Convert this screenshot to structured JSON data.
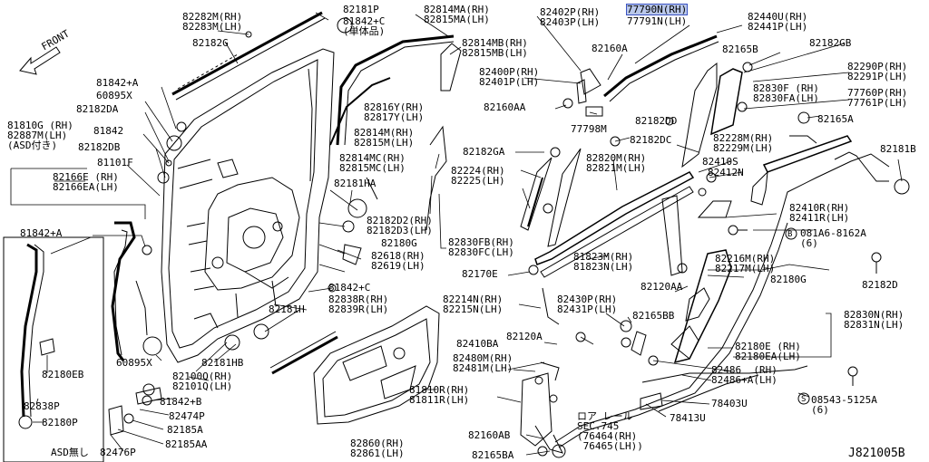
{
  "diagram_code": "J821005B",
  "front_label": "FRONT",
  "labels": {
    "l_82282": "82282M(RH)\n82283M(LH)",
    "l_82181p": "82181P",
    "l_81842c_top": "81842+C\n(単体品)",
    "l_82814ma": "82814MA(RH)\n82815MA(LH)",
    "l_82402p": "82402P(RH)\n82403P(LH)",
    "l_77790": "77790N(RH)",
    "l_77791": "77791N(LH)",
    "l_82440u": "82440U(RH)\n82441P(LH)",
    "l_82182g": "82182G",
    "l_82814mb": "82814MB(RH)\n82815MB(LH)",
    "l_82160a": "82160A",
    "l_82165b": "82165B",
    "l_82182gb": "82182GB",
    "l_81842a": "81842+A",
    "l_60895x_top": "60895X",
    "l_82182da": "82182DA",
    "l_82400p": "82400P(RH)\n82401P(LH)",
    "l_82290p": "82290P(RH)\n82291P(LH)",
    "l_82830f": "82830F (RH)\n82830FA(LH)",
    "l_77760p": "77760P(RH)\n77761P(LH)",
    "l_81810g": "81810G (RH)\n82887M(LH)\n(ASD付き)",
    "l_81842": "81842",
    "l_82816y": "82816Y(RH)\n82817Y(LH)",
    "l_82160aa": "82160AA",
    "l_77798m": "77798M",
    "l_82182dd": "82182DD",
    "l_82165a": "82165A",
    "l_82182db": "82182DB",
    "l_82814m": "82814M(RH)\n82815M(LH)",
    "l_82182dc": "82182DC",
    "l_82228m": "82228M(RH)\n82229M(LH)",
    "l_81101f": "81101F",
    "l_82182ga": "82182GA",
    "l_82814mc": "82814MC(RH)\n82815MC(LH)",
    "l_82820m": "82820M(RH)\n82821M(LH)",
    "l_82410s": "82410S",
    "l_82412n": "82412N",
    "l_82181b": "82181B",
    "l_82166e": "82166E (RH)\n82166EA(LH)",
    "l_82224": "82224(RH)\n82225(LH)",
    "l_82181ha": "82181HA",
    "l_82410r": "82410R(RH)\n82411R(LH)",
    "l_82182d2": "82182D2(RH)\n82182D3(LH)",
    "l_081a6": "081A6-8162A\n(6)",
    "l_81842a_mid": "81842+A",
    "l_82180g_top": "82180G",
    "l_82830fb": "82830FB(RH)\n82830FC(LH)",
    "l_82618": "82618(RH)\n82619(LH)",
    "l_81823m": "81823M(RH)\n81823N(LH)",
    "l_82216m": "82216M(RH)\n82217M(LH)",
    "l_82182d": "82182D",
    "l_82170e": "82170E",
    "l_82180g_mid": "82180G",
    "l_81842c_mid": "81842+C",
    "l_82120aa": "82120AA",
    "l_82838r": "82838R(RH)\n82839R(LH)",
    "l_82214n": "82214N(RH)\n82215N(LH)",
    "l_82430p": "82430P(RH)\n82431P(LH)",
    "l_82181h": "82181H",
    "l_82165bb": "82165BB",
    "l_82830n": "82830N(RH)\n82831N(LH)",
    "l_82120a": "82120A",
    "l_82410ba": "82410BA",
    "l_82180e": "82180E (RH)\n82180EA(LH)",
    "l_60895x_bot": "60895X",
    "l_82181hb": "82181HB",
    "l_82480m": "82480M(RH)\n82481M(LH)",
    "l_82486": "82486  (RH)\n82486+A(LH)",
    "l_82100q": "82100Q(RH)\n82101Q(LH)",
    "l_82180eb": "82180EB",
    "l_81842b": "81842+B",
    "l_81810r": "81810R(RH)\n81811R(LH)",
    "l_78403u": "78403U",
    "l_08543": "08543-5125A\n(6)",
    "l_82838p": "82838P",
    "l_82474p": "82474P",
    "l_sec745": "ロア レール\nSEC.745\n(76464(RH)\n 76465(LH))",
    "l_78413u": "78413U",
    "l_82180p": "82180P",
    "l_82185a": "82185A",
    "l_82160ab": "82160AB",
    "l_82185aa": "82185AA",
    "l_82860": "82860(RH)\n82861(LH)",
    "l_asd_none": "ASD無し",
    "l_82476p": "82476P",
    "l_82165ba": "82165BA"
  },
  "highlighted_part": "77790N",
  "colors": {
    "line": "#000000",
    "highlight": "#b9c7ea",
    "highlight_border": "#3b53c2"
  }
}
